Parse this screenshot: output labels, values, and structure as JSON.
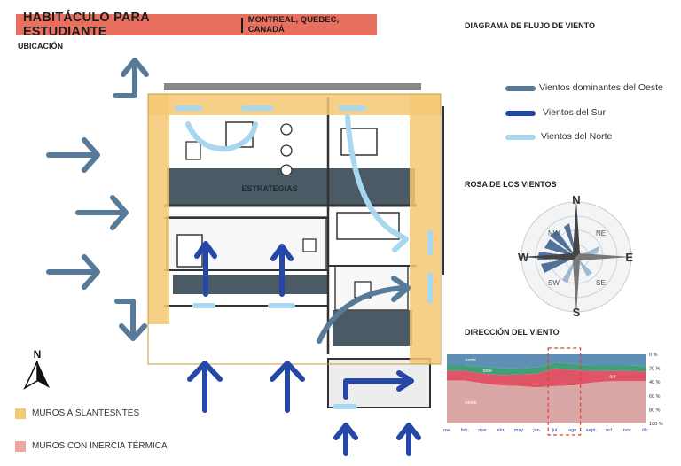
{
  "header": {
    "title": "HABITÁCULO PARA ESTUDIANTE",
    "location": "MONTREAL, QUEBEC, CANADÁ"
  },
  "labels": {
    "ubicacion": "UBICACIÓN",
    "diagram_title": "DIAGRAMA DE FLUJO DE VIENTO",
    "estrategias": "ESTRATEGIAS",
    "rose_title": "ROSA DE LOS VIENTOS",
    "direction_title": "DIRECCIÓN DEL VIENTO"
  },
  "wind_legend": [
    {
      "label": "Vientos dominantes del Oeste",
      "color": "#567a97"
    },
    {
      "label": "Vientos del Sur",
      "color": "#2447a8"
    },
    {
      "label": "Vientos del Norte",
      "color": "#a8d8ef"
    }
  ],
  "compass": {
    "north": "N",
    "south": "S",
    "east": "E",
    "west": "W",
    "ne": "NE",
    "sw": "SW",
    "se": "SE",
    "nw": "NW"
  },
  "north_arrow_label": "N",
  "key": [
    {
      "label": "MUROS AISLANTESNTES",
      "color": "#f5c872"
    },
    {
      "label": "MUROS CON INERCIA TÉRMICA",
      "color": "#eba6a0"
    }
  ],
  "chart_data": {
    "type": "area",
    "title": "DIRECCIÓN DEL VIENTO",
    "categories": [
      "ene.",
      "feb.",
      "mar.",
      "abr.",
      "may.",
      "jun.",
      "jul.",
      "ago.",
      "sept.",
      "oct.",
      "nov.",
      "dic."
    ],
    "y_tick_labels": [
      "0 %",
      "20 %",
      "40 %",
      "60 %",
      "80 %",
      "100 %"
    ],
    "ylim": [
      0,
      100
    ],
    "highlight_months": [
      "jul.",
      "ago."
    ],
    "series": [
      {
        "name": "norte",
        "color": "#5f8fb4",
        "values": [
          16,
          16,
          18,
          20,
          20,
          19,
          12,
          14,
          16,
          16,
          16,
          17
        ]
      },
      {
        "name": "este",
        "color": "#3f9f77",
        "values": [
          8,
          8,
          10,
          10,
          9,
          9,
          8,
          9,
          8,
          8,
          8,
          8
        ]
      },
      {
        "name": "sur",
        "color": "#e05468",
        "values": [
          14,
          14,
          14,
          15,
          17,
          20,
          26,
          22,
          17,
          15,
          15,
          14
        ]
      },
      {
        "name": "oeste",
        "color": "#d9a7a5",
        "values": [
          62,
          62,
          58,
          55,
          54,
          52,
          54,
          55,
          59,
          61,
          61,
          61
        ]
      }
    ]
  }
}
